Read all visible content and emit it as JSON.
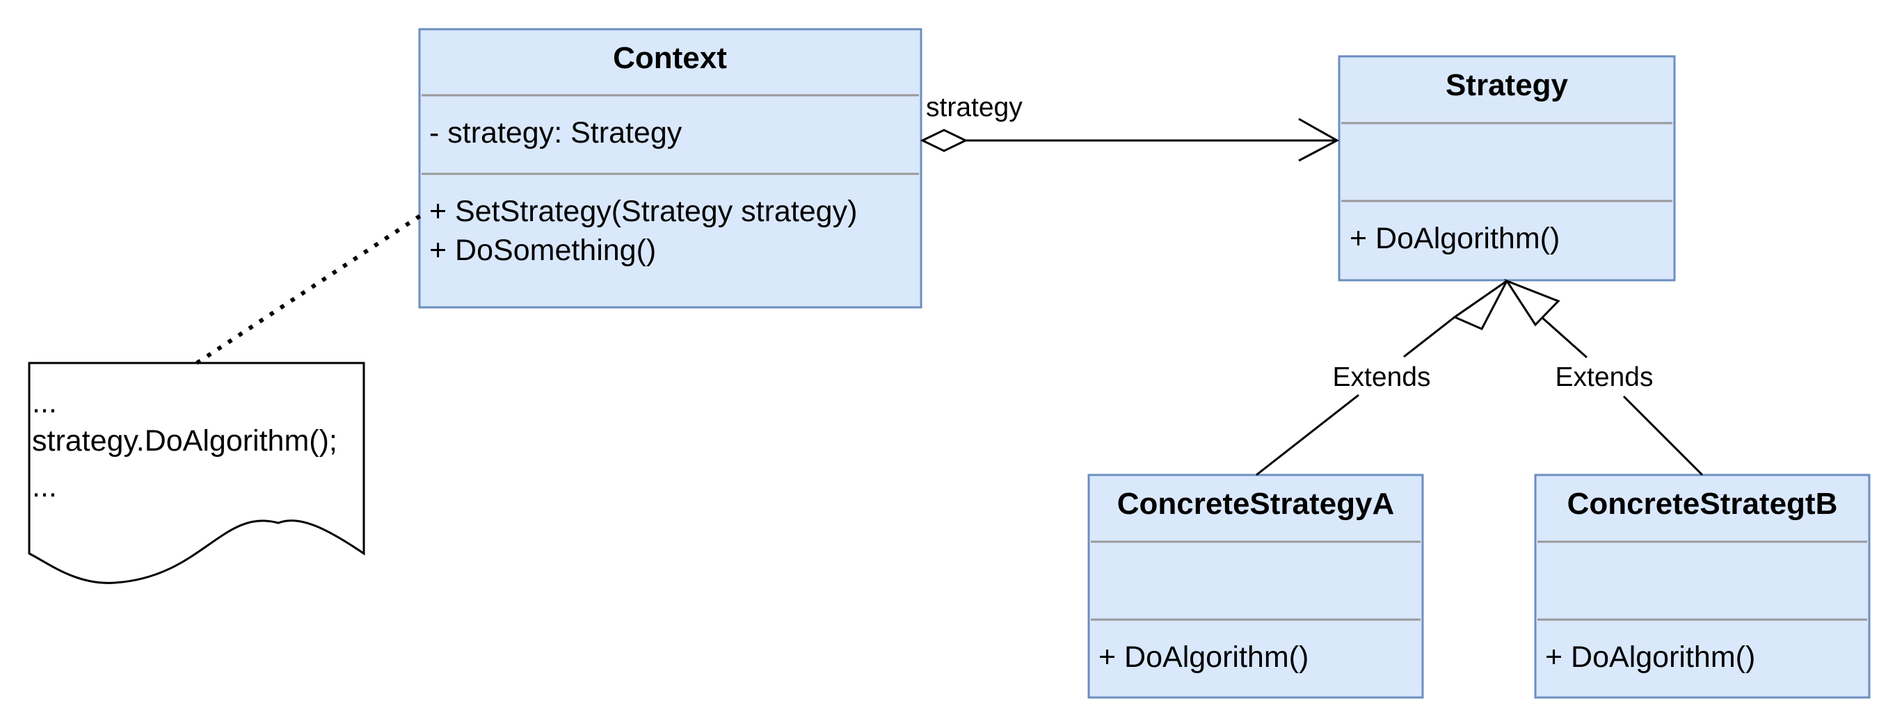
{
  "diagram": {
    "classes": {
      "context": {
        "name": "Context",
        "attributes": [
          "- strategy: Strategy"
        ],
        "methods": [
          "+ SetStrategy(Strategy strategy)",
          "+ DoSomething()"
        ]
      },
      "strategy": {
        "name": "Strategy",
        "attributes": [],
        "methods": [
          "+ DoAlgorithm()"
        ]
      },
      "concrete_a": {
        "name": "ConcreteStrategyA",
        "attributes": [],
        "methods": [
          "+ DoAlgorithm()"
        ]
      },
      "concrete_b": {
        "name": "ConcreteStrategtB",
        "attributes": [],
        "methods": [
          "+ DoAlgorithm()"
        ]
      }
    },
    "note": {
      "lines": [
        "...",
        "strategy.DoAlgorithm();",
        "..."
      ]
    },
    "edges": {
      "aggregation_label": "strategy",
      "extends_a_label": "Extends",
      "extends_b_label": "Extends"
    },
    "colors": {
      "class_fill": "#dae8fc",
      "class_stroke": "#6c8ebf",
      "divider": "#999999",
      "line": "#000000"
    }
  }
}
